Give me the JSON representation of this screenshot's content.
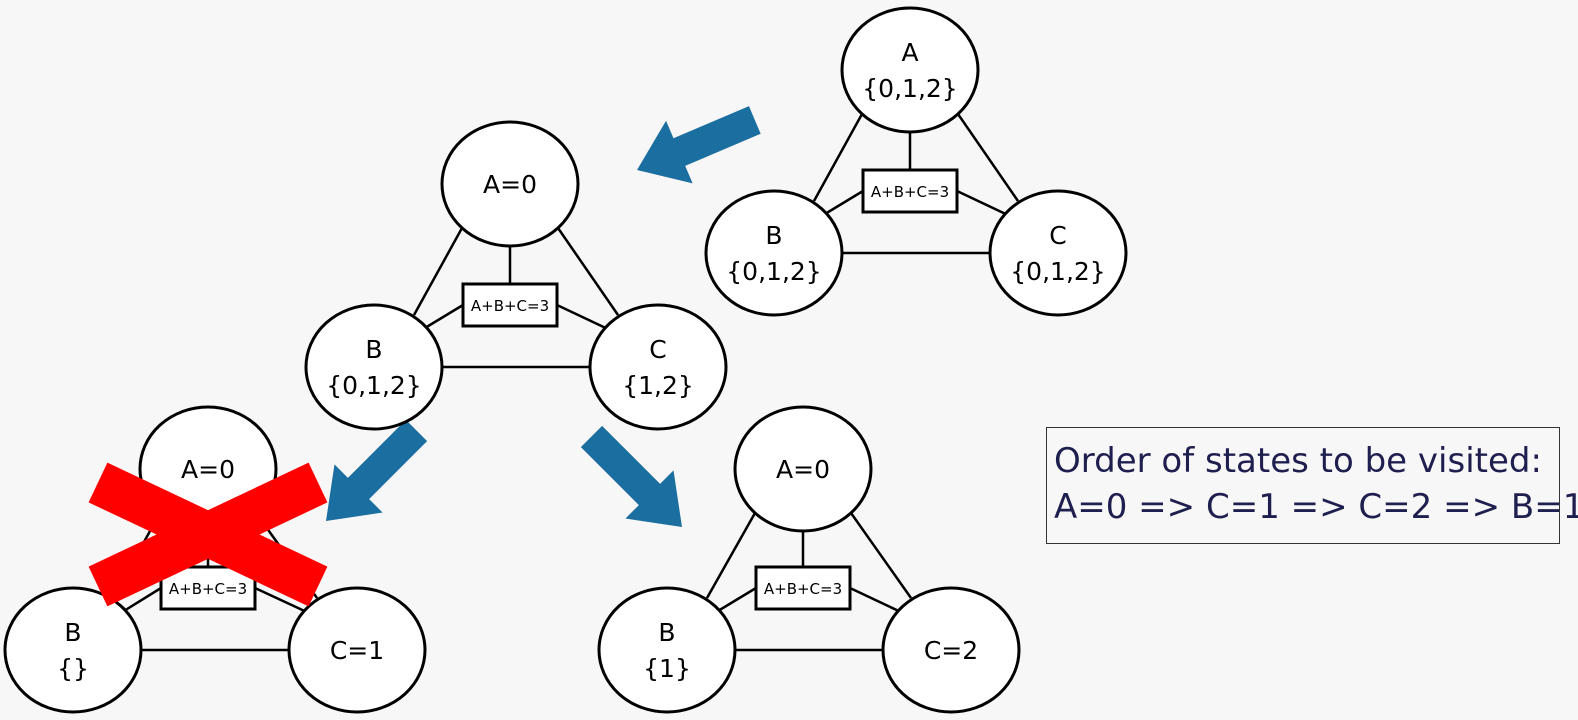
{
  "colors": {
    "arrow": "#1b6fa0",
    "cross": "#ff0000",
    "info_text": "#1f1f4f"
  },
  "graphs": [
    {
      "id": "initial",
      "constraint": "A+B+C=3",
      "A": [
        "A",
        "{0,1,2}"
      ],
      "B": [
        "B",
        "{0,1,2}"
      ],
      "C": [
        "C",
        "{0,1,2}"
      ],
      "crossed": false
    },
    {
      "id": "a0",
      "constraint": "A+B+C=3",
      "A": [
        "A=0"
      ],
      "B": [
        "B",
        "{0,1,2}"
      ],
      "C": [
        "C",
        "{1,2}"
      ],
      "crossed": false
    },
    {
      "id": "c1",
      "constraint": "A+B+C=3",
      "A": [
        "A=0"
      ],
      "B": [
        "B",
        "{}"
      ],
      "C": [
        "C=1"
      ],
      "crossed": true
    },
    {
      "id": "c2",
      "constraint": "A+B+C=3",
      "A": [
        "A=0"
      ],
      "B": [
        "B",
        "{1}"
      ],
      "C": [
        "C=2"
      ],
      "crossed": false
    }
  ],
  "info": {
    "line1": "Order of states to be visited:",
    "line2": "A=0 => C=1 => C=2 => B=1"
  }
}
